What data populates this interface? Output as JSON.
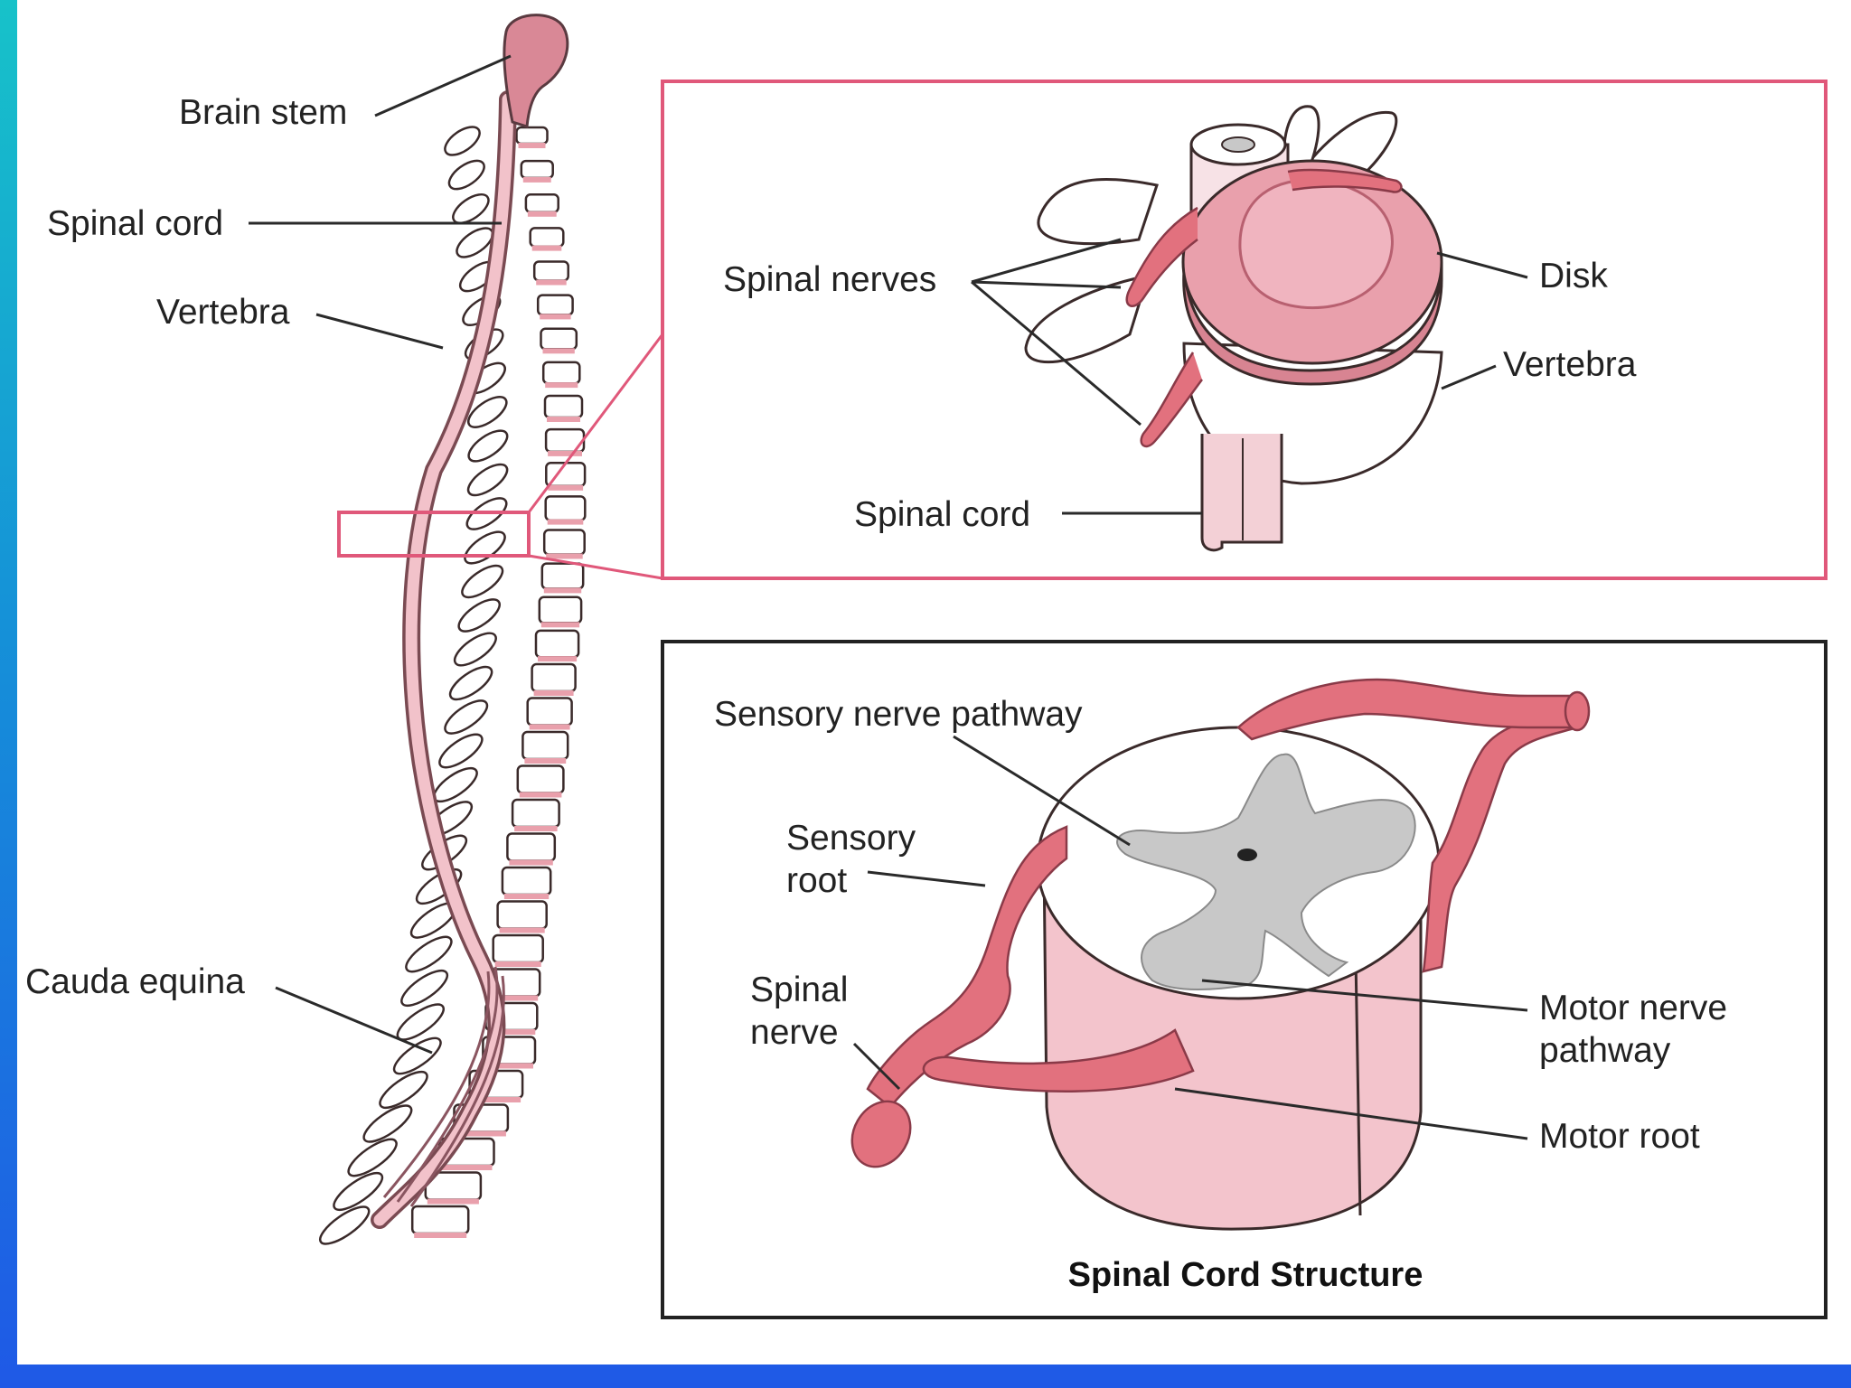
{
  "colors": {
    "frame_gradient_top": "#17c2c9",
    "frame_gradient_bottom": "#1f59e6",
    "tissue_pink": "#e9a0ac",
    "nerve_red": "#e2717e",
    "inset_border": "#e0587a",
    "structure_border": "#222222",
    "gray_matter": "#c8c8c8"
  },
  "labels": {
    "brain_stem": "Brain stem",
    "spinal_cord": "Spinal cord",
    "vertebra": "Vertebra",
    "cauda_equina": "Cauda equina",
    "spinal_nerves": "Spinal nerves",
    "disk": "Disk",
    "inset_vertebra": "Vertebra",
    "inset_spinal_cord": "Spinal cord",
    "sensory_nerve_pathway": "Sensory nerve pathway",
    "sensory_root_line1": "Sensory",
    "sensory_root_line2": "root",
    "spinal_nerve_line1": "Spinal",
    "spinal_nerve_line2": "nerve",
    "motor_nerve_pathway_line1": "Motor nerve",
    "motor_nerve_pathway_line2": "pathway",
    "motor_root": "Motor root",
    "structure_title": "Spinal Cord Structure"
  }
}
